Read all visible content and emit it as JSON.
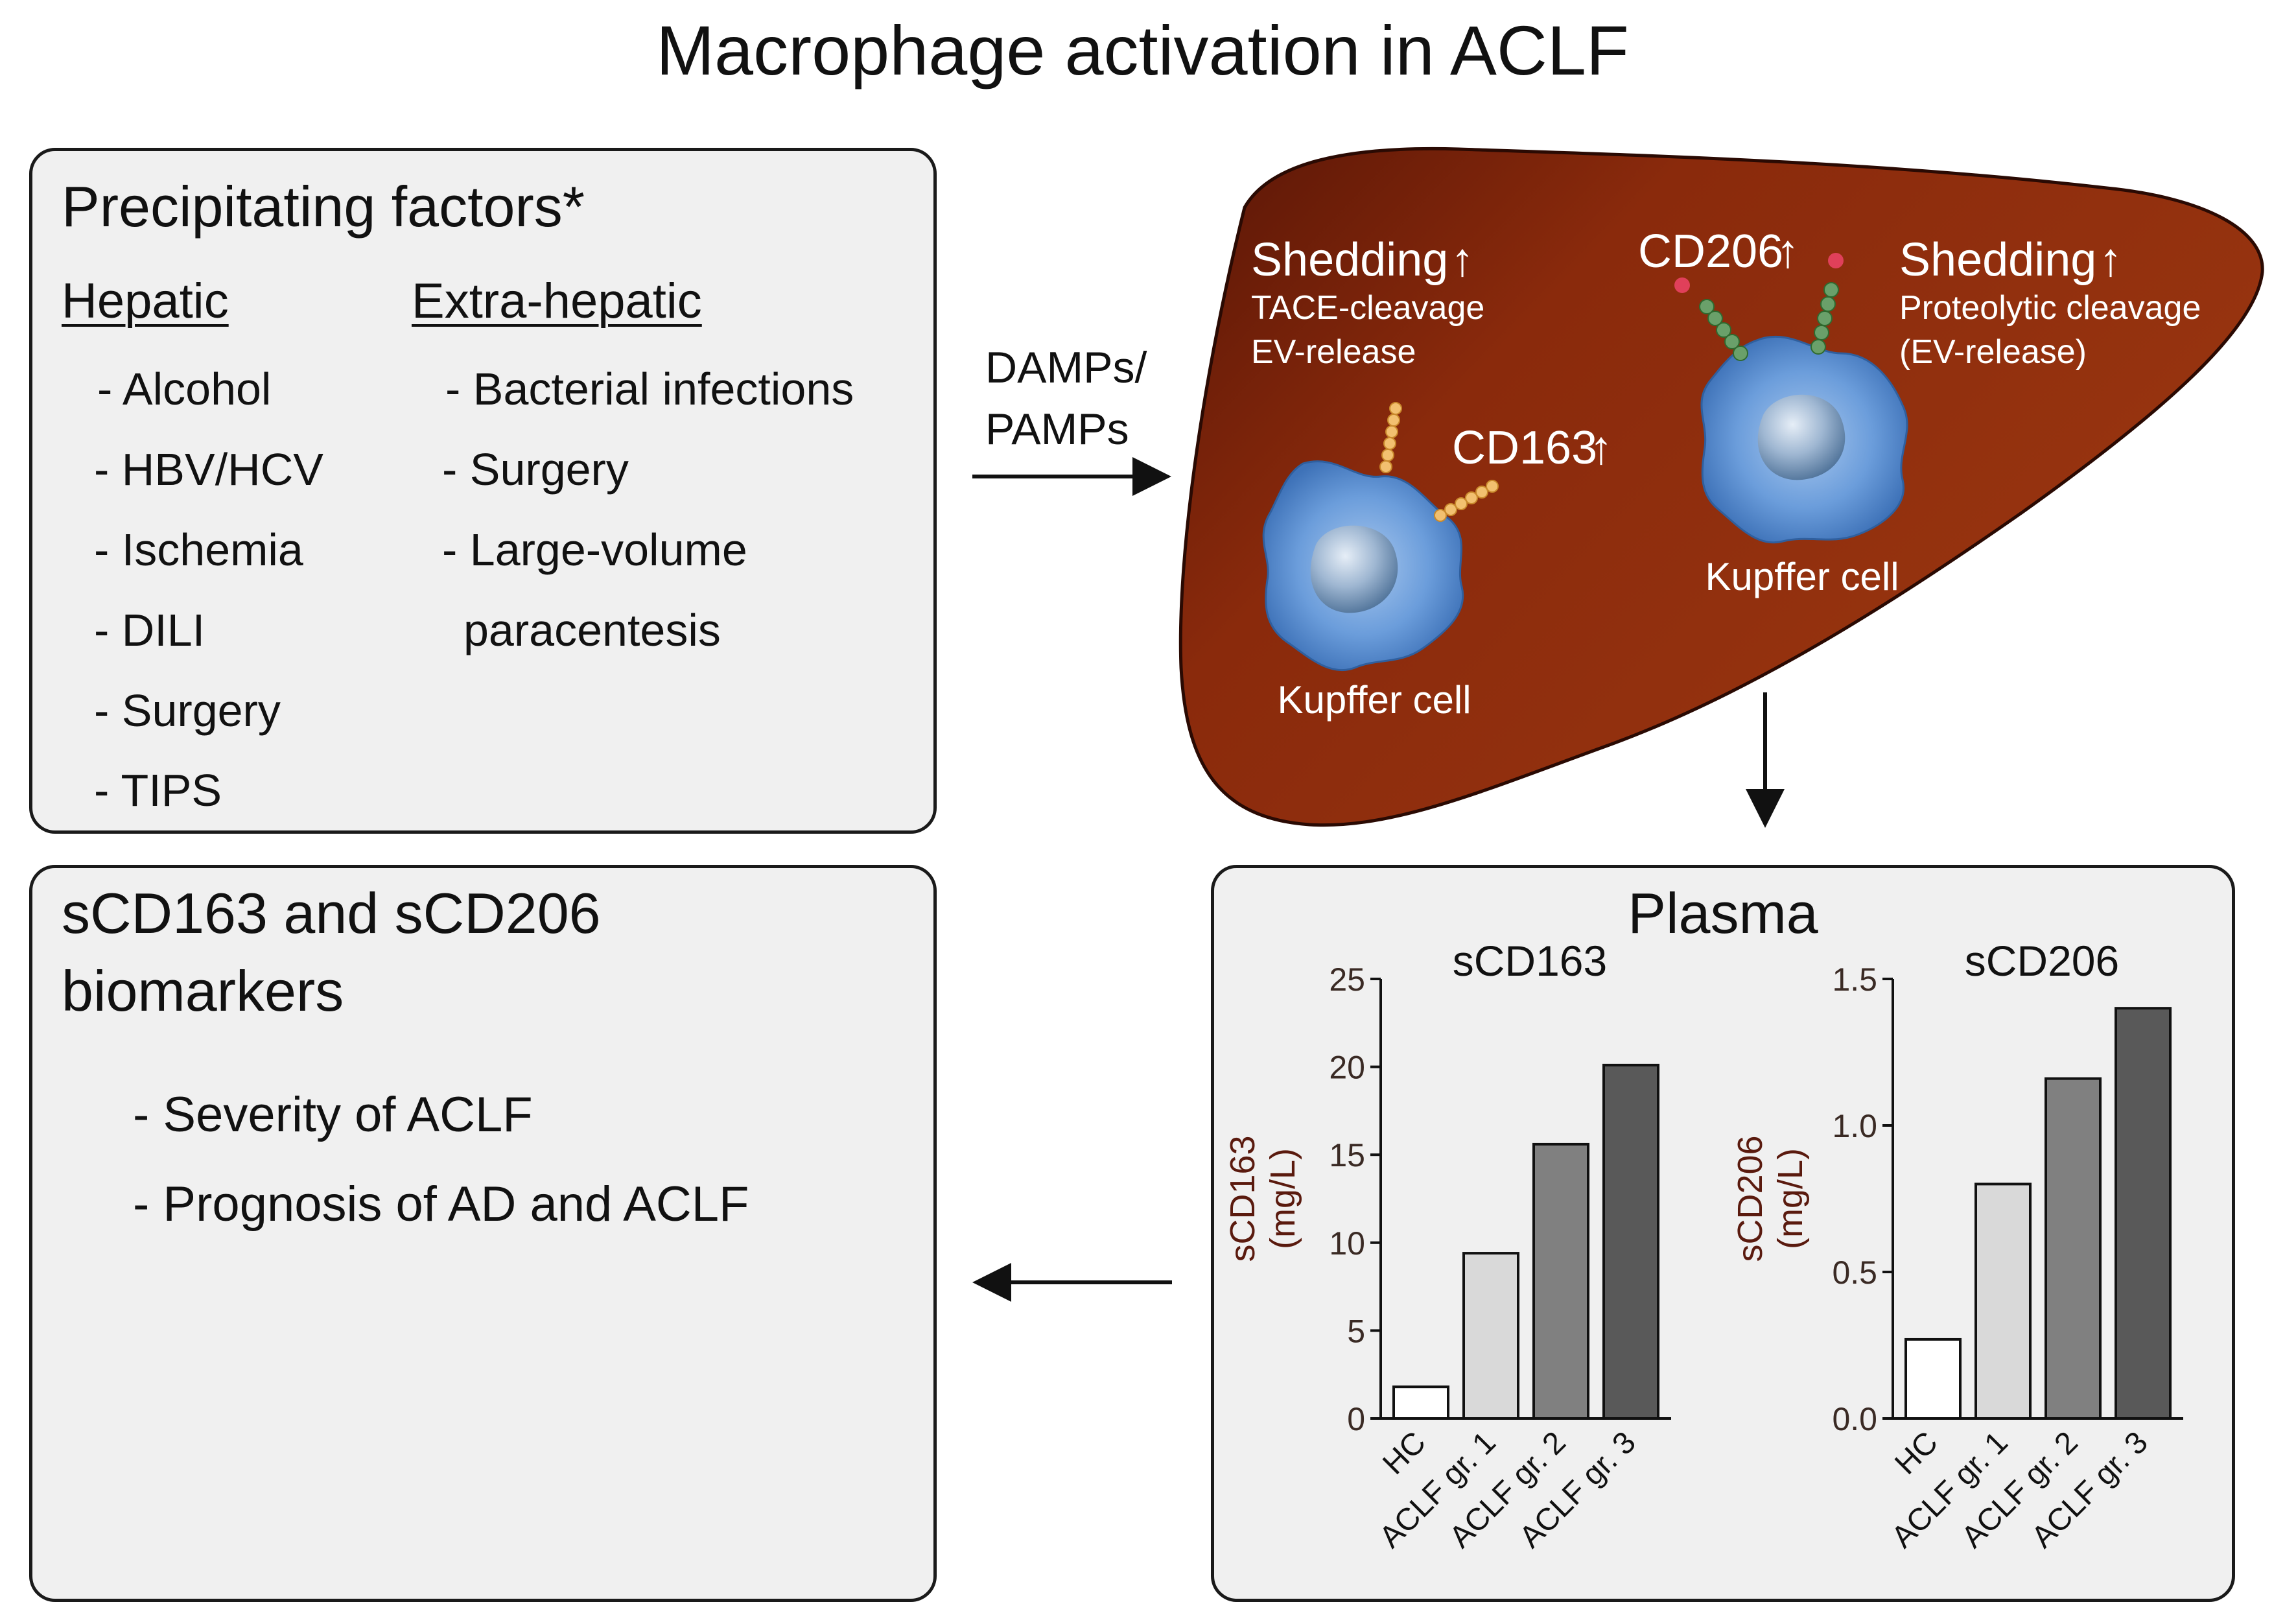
{
  "title": "Macrophage activation in ACLF",
  "precipitating": {
    "heading": "Precipitating factors*",
    "hepatic_heading": "Hepatic",
    "hepatic_items": [
      "- Alcohol",
      "- HBV/HCV",
      "- Ischemia",
      "- DILI",
      "- Surgery",
      "- TIPS"
    ],
    "extra_heading": "Extra-hepatic",
    "extra_items": [
      "- Bacterial infections",
      "- Surgery",
      "- Large-volume",
      "paracentesis"
    ]
  },
  "arrow_label": [
    "DAMPs/",
    "PAMPs"
  ],
  "liver": {
    "left_shedding": "Shedding",
    "left_mech1": "TACE-cleavage",
    "left_mech2": "EV-release",
    "cd163": "CD163",
    "cd206": "CD206",
    "right_shedding": "Shedding",
    "right_mech1": "Proteolytic cleavage",
    "right_mech2": "(EV-release)",
    "cell_left": "Kupffer cell",
    "cell_right": "Kupffer cell",
    "up_arrow": "↑"
  },
  "biomarkers": {
    "heading_line1": "sCD163 and sCD206",
    "heading_line2": "biomarkers",
    "items": [
      "- Severity of ACLF",
      "- Prognosis of AD and ACLF"
    ]
  },
  "plasma_title": "Plasma",
  "colors": {
    "liver": "#8b2a0d",
    "liver_dark": "#5a1606",
    "cell_blue": "#5b8fd0",
    "text_dark_red": "#5a1a0e",
    "bar_fills": [
      "#ffffff",
      "#d9d9d9",
      "#808080",
      "#595959"
    ]
  },
  "chart_data": [
    {
      "type": "bar",
      "title": "sCD163",
      "ylabel": [
        "sCD163",
        "(mg/L)"
      ],
      "categories": [
        "HC",
        "ACLF gr. 1",
        "ACLF gr. 2",
        "ACLF gr. 3"
      ],
      "values": [
        1.8,
        9.4,
        15.6,
        20.1
      ],
      "ylim": [
        0,
        25
      ],
      "yticks": [
        "0",
        "5",
        "10",
        "15",
        "20",
        "25"
      ],
      "ytick_values": [
        0,
        5,
        10,
        15,
        20,
        25
      ]
    },
    {
      "type": "bar",
      "title": "sCD206",
      "ylabel": [
        "sCD206",
        "(mg/L)"
      ],
      "categories": [
        "HC",
        "ACLF gr. 1",
        "ACLF gr. 2",
        "ACLF gr. 3"
      ],
      "values": [
        0.27,
        0.8,
        1.16,
        1.4
      ],
      "ylim": [
        0,
        1.5
      ],
      "yticks": [
        "0.0",
        "0.5",
        "1.0",
        "1.5"
      ],
      "ytick_values": [
        0,
        0.5,
        1.0,
        1.5
      ]
    }
  ]
}
